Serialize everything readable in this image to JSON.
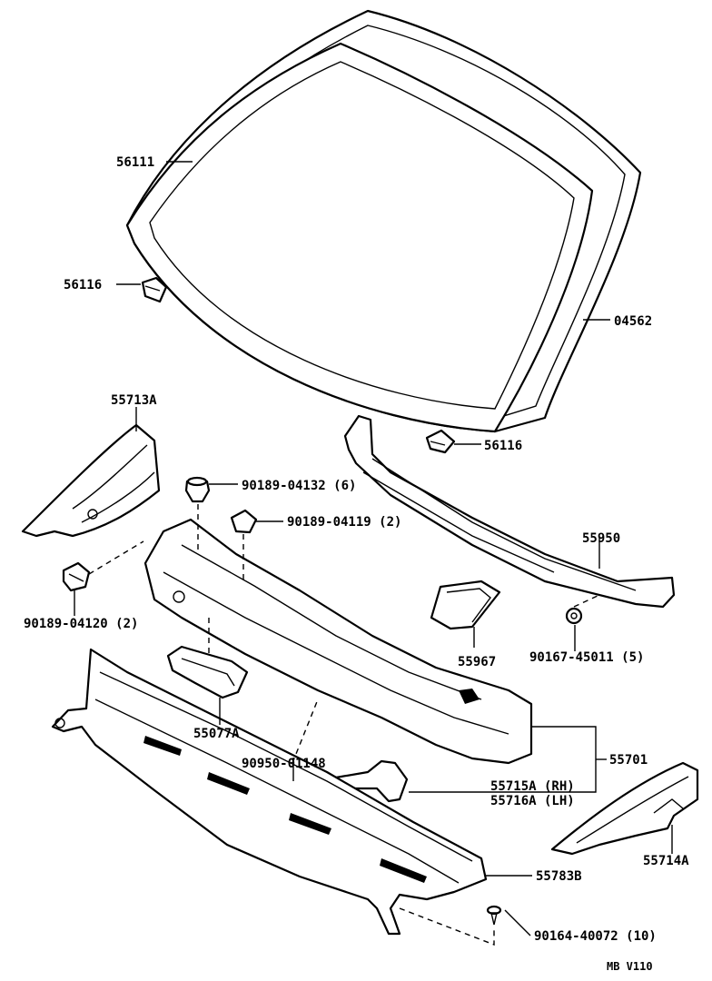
{
  "labels": {
    "windshield_glass": "56111",
    "stopper_left": "56116",
    "stopper_right": "56116",
    "moulding": "04562",
    "side_panel_left": "55713A",
    "clip_6": "90189-04132 (6)",
    "clip_2a": "90189-04119 (2)",
    "clip_2b": "90189-04120 (2)",
    "seal_55950": "55950",
    "duct_55967": "55967",
    "nut_5": "90167-45011 (5)",
    "bracket_55077A": "55077A",
    "plug_90950": "90950-01148",
    "panel_55701": "55701",
    "bracket_rh": "55715A (RH)",
    "bracket_lh": "55716A (LH)",
    "side_panel_right": "55714A",
    "louver_55783B": "55783B",
    "screw_10": "90164-40072 (10)",
    "footer_code": "MB  V110"
  },
  "icons": {
    "clip": "clip-icon",
    "nut": "nut-icon",
    "screw": "screw-icon",
    "plug": "plug-icon"
  }
}
